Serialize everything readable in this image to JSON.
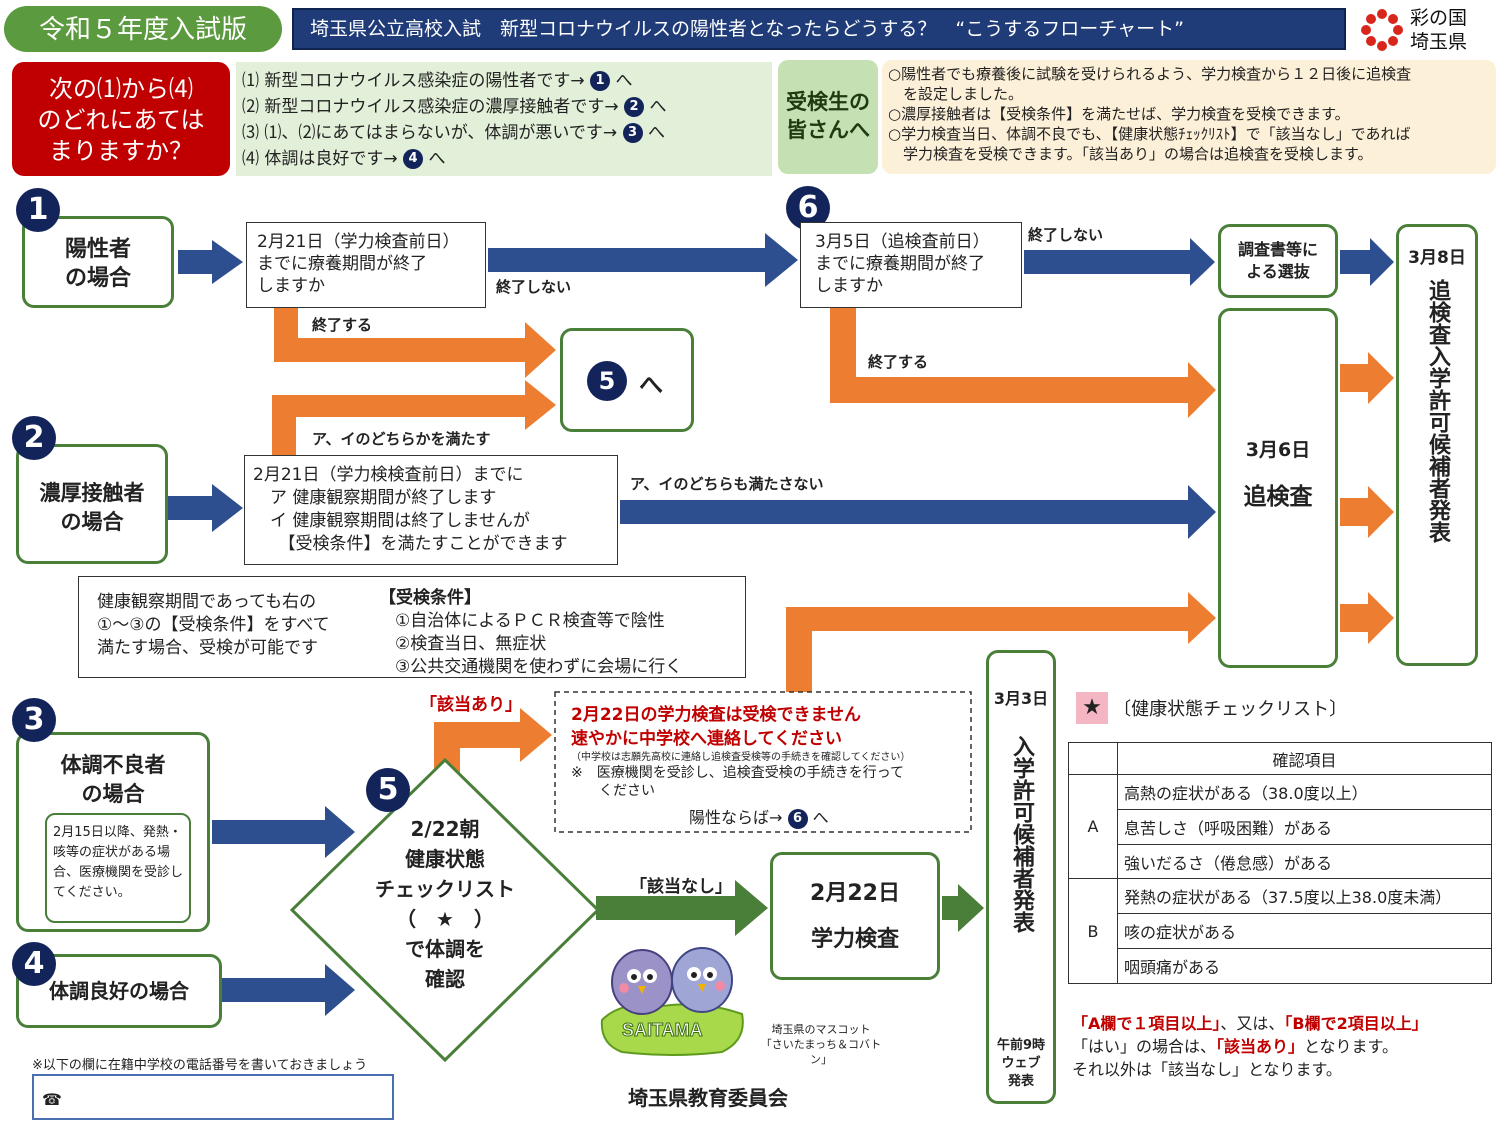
{
  "header": {
    "edition": "令和５年度入試版",
    "title": "埼玉県公立高校入試　新型コロナウイルスの陽性者となったらどうする？　“こうするフローチャート”",
    "logo_text": "彩の国\n埼玉県"
  },
  "question": {
    "prompt": "次の⑴から⑷\nのどれにあては\nまりますか？",
    "options": [
      {
        "text": "⑴  新型コロナウイルス感染症の陽性者です→",
        "target": "1",
        "suffix": "へ"
      },
      {
        "text": "⑵  新型コロナウイルス感染症の濃厚接触者です→",
        "target": "2",
        "suffix": "へ"
      },
      {
        "text": "⑶  ⑴、⑵にあてはまらないが、体調が悪いです→",
        "target": "3",
        "suffix": "へ"
      },
      {
        "text": "⑷  体調は良好です→",
        "target": "4",
        "suffix": "へ"
      }
    ]
  },
  "notice": {
    "label": "受検生の\n皆さんへ",
    "lines": [
      "○陽性者でも療養後に試験を受けられるよう、学力検査から１２日後に追検査\n　を設定しました。",
      "○濃厚接触者は【受検条件】を満たせば、学力検査を受検できます。",
      "○学力検査当日、体調不良でも、【健康状態ﾁｪｯｸﾘｽﾄ】で「該当なし」であれば\n　学力検査を受検できます。「該当あり」の場合は追検査を受検します。"
    ]
  },
  "cases": {
    "c1": {
      "num": "1",
      "label": "陽性者\nの場合"
    },
    "c2": {
      "num": "2",
      "label": "濃厚接触者\nの場合"
    },
    "c3": {
      "num": "3",
      "label": "体調不良者\nの場合",
      "note": "2月15日以降、発熱・咳等の症状がある場合、医療機関を受診してください。"
    },
    "c4": {
      "num": "4",
      "label": "体調良好の場合"
    }
  },
  "decisions": {
    "q1": "2月21日（学力検査前日）\nまでに療養期間が終了\nしますか",
    "q6": "3月5日（追検査前日）\nまでに療養期間が終了\nしますか",
    "q2": "2月21日（学力検検査前日）までに\n　ア 健康観察期間が終了します\n　イ 健康観察期間は終了しませんが\n　　【受検条件】を満たすことができます"
  },
  "flow_labels": {
    "not_end": "終了しない",
    "end": "終了する",
    "either": "ア、イのどちらかを満たす",
    "neither": "ア、イのどちらも満たさない",
    "applicable": "「該当あり」",
    "not_applicable": "「該当なし」"
  },
  "goto5": {
    "num": "5",
    "suffix": "へ"
  },
  "step6_num": "6",
  "conditions": {
    "intro": "健康観察期間であっても右の\n①～③の【受検条件】をすべて\n満たす場合、受検が可能です",
    "title": "【受検条件】",
    "items": [
      "①自治体によるＰＣＲ検査等で陰性",
      "②検査当日、無症状",
      "③公共交通機関を使わずに会場に行く"
    ]
  },
  "warning": {
    "line1": "2月22日の学力検査は受検できません",
    "line2": "速やかに中学校へ連絡してください",
    "small": "（中学校は志願先高校に連絡し追検査受検等の手続きを確認してください）",
    "note": "※　医療機関を受診し、追検査受検の手続きを行って\n　　ください",
    "positive": "陽性ならば→",
    "positive_num": "6",
    "positive_suffix": "へ"
  },
  "diamond": {
    "num": "5",
    "text": "2/22朝\n健康状態\nチェックリスト\n（　★　）\nで体調を\n確認"
  },
  "exam": {
    "text": "2月22日\n学力検査"
  },
  "results": {
    "date": "3月3日",
    "text": "入学許可候補者発表",
    "note": "午前9時\nウェブ\n発表"
  },
  "selection": {
    "text": "調査書等に\nよる選抜"
  },
  "makeup": {
    "date": "3月6日",
    "text": "追検査"
  },
  "final": {
    "date": "3月8日",
    "text": "追検査入学許可候補者発表"
  },
  "checklist": {
    "title": "〔健康状態チェックリスト〕",
    "header": "確認項目",
    "groups": [
      {
        "label": "A",
        "items": [
          "高熱の症状がある（38.0度以上）",
          "息苦しさ（呼吸困難）がある",
          "強いだるさ（倦怠感）がある"
        ]
      },
      {
        "label": "B",
        "items": [
          "発熱の症状がある（37.5度以上38.0度未満）",
          "咳の症状がある",
          "咽頭痛がある"
        ]
      }
    ],
    "rule_a": "「A欄で１項目以上」",
    "rule_mid": "、又は、",
    "rule_b": "「B欄で2項目以上」",
    "rule2_pre": "「はい」の場合は、",
    "rule2_hl": "「該当あり」",
    "rule2_post": "となります。",
    "rule3": "それ以外は「該当なし」となります。"
  },
  "phone": {
    "note": "※以下の欄に在籍中学校の電話番号を書いておきましょう",
    "icon": "☎"
  },
  "mascot": {
    "badge": "SAITAMA",
    "caption": "埼玉県のマスコット\n「さいたまっち＆コバトン」"
  },
  "footer": {
    "org": "埼玉県教育委員会"
  },
  "colors": {
    "green": "#4a7f3a",
    "navy": "#13245b",
    "blue_arrow": "#2e4f8f",
    "orange_arrow": "#ed7d31",
    "red": "#c00000"
  }
}
